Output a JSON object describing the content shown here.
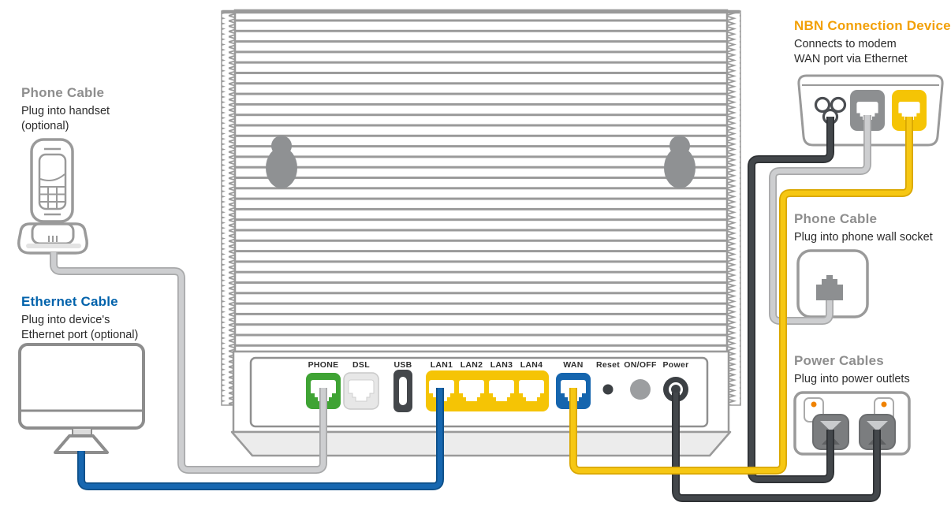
{
  "annotations": [
    {
      "title": "Phone Cable",
      "color": "#8e8e8e",
      "lines": [
        "Plug into handset",
        "(optional)"
      ]
    },
    {
      "title": "Ethernet Cable",
      "color": "#0062ab",
      "lines": [
        "Plug into device's",
        "Ethernet port (optional)"
      ]
    },
    {
      "title": "NBN Connection Device",
      "color": "#f2a007",
      "lines": [
        "Connects to modem",
        "WAN port via Ethernet"
      ]
    },
    {
      "title": "Phone Cable",
      "color": "#8e8e8e",
      "lines": [
        "Plug into phone wall socket"
      ]
    },
    {
      "title": "Power Cables",
      "color": "#8e8e8e",
      "lines": [
        "Plug into power outlets"
      ]
    }
  ],
  "modem": {
    "port_labels": [
      "PHONE",
      "DSL",
      "USB",
      "LAN1",
      "LAN2",
      "LAN3",
      "LAN4",
      "WAN",
      "Reset",
      "ON/OFF",
      "Power"
    ]
  },
  "colors": {
    "outline_gray": "#9a9a9a",
    "phone_port_green": "#3fa334",
    "dsl_port_gray": "#e7e7e7",
    "lan_wan_yellow": "#f5c405",
    "wan_port_blue": "#1565ae",
    "ethernet_cable_blue": "#1767b0",
    "phone_cable_gray": "#cdced0",
    "power_cable_dark": "#43474b",
    "nbn_ethernet_cable_yellow": "#f6c713",
    "power_switch_dot_orange": "#ef8200"
  }
}
